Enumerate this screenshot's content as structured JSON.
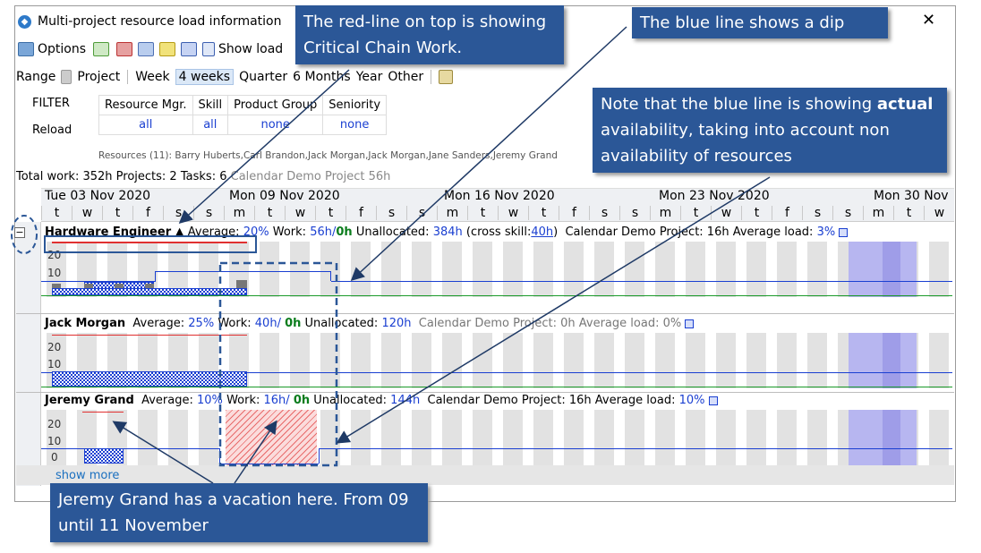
{
  "window": {
    "title": "Multi-project resource load information",
    "close_glyph": "✕"
  },
  "toolbar": {
    "options_label": "Options",
    "show_load_label": "Show load"
  },
  "range": {
    "label": "Range",
    "project": "Project",
    "week": "Week",
    "four_weeks": "4 weeks",
    "quarter": "Quarter",
    "six_months": "6 Months",
    "year": "Year",
    "other": "Other",
    "selected": "4 weeks"
  },
  "filter": {
    "label": "FILTER",
    "reload": "Reload",
    "columns": [
      {
        "header": "Resource Mgr.",
        "value": "all"
      },
      {
        "header": "Skill",
        "value": "all"
      },
      {
        "header": "Product Group",
        "value": "none"
      },
      {
        "header": "Seniority",
        "value": "none"
      }
    ],
    "resources_text": "Resources (11): Barry Huberts,Carl Brandon,Jack Morgan,Jack Morgan,Jane Sanders,Jeremy Grand"
  },
  "totals": {
    "total_work": "Total work: 352h",
    "projects": "Projects: 2",
    "tasks": "Tasks: 6",
    "calendar": "Calendar Demo Project 56h"
  },
  "calendar": {
    "weeks": [
      "Tue 03 Nov 2020",
      "Mon 09 Nov 2020",
      "Mon 16 Nov 2020",
      "Mon 23 Nov 2020",
      "Mon 30 Nov"
    ],
    "days": [
      "t",
      "w",
      "t",
      "f",
      "s",
      "s",
      "m",
      "t",
      "w",
      "t",
      "f",
      "s",
      "s",
      "m",
      "t",
      "w",
      "t",
      "f",
      "s",
      "s",
      "m",
      "t",
      "w",
      "t",
      "f",
      "s",
      "s",
      "m",
      "t",
      "w"
    ]
  },
  "rows": [
    {
      "name": "Hardware Engineer ▲",
      "average_label": "Average:",
      "average": "20%",
      "work_label": "Work:",
      "work": "56h/",
      "work_zero": "0h",
      "unalloc_label": "Unallocated:",
      "unalloc": "384h",
      "extra": "(cross skill:",
      "extra_val": "40h",
      "extra_close": ")",
      "cal_label": "Calendar Demo Project",
      "cal_val": ": 16h",
      "avgload_label": "Average load:",
      "avgload": "3%",
      "y_labels": [
        "20",
        "10"
      ]
    },
    {
      "name": "Jack Morgan",
      "average_label": "Average:",
      "average": "25%",
      "work_label": "Work:",
      "work": "40h/",
      "work_zero": "0h",
      "unalloc_label": "Unallocated:",
      "unalloc": "120h",
      "cal_label": "Calendar Demo Project",
      "cal_val": ": 0h",
      "avgload_label": "Average load:",
      "avgload": "0%",
      "y_labels": [
        "20",
        "10"
      ]
    },
    {
      "name": "Jeremy Grand",
      "average_label": "Average:",
      "average": "10%",
      "work_label": "Work:",
      "work": "16h/",
      "work_zero": "0h",
      "unalloc_label": "Unallocated:",
      "unalloc": "144h",
      "cal_label": "Calendar Demo Project",
      "cal_val": ": 16h",
      "avgload_label": "Average load:",
      "avgload": "10%",
      "y_labels": [
        "20",
        "10",
        "0"
      ]
    }
  ],
  "show_more": "show more",
  "callouts": {
    "red_line": "The red-line on top is showing Critical Chain Work.",
    "blue_dip": "The blue line shows a dip",
    "actual_pre": "Note that the blue line is showing",
    "actual_bold": "actual",
    "actual_post": "availability, taking into account non availability of resources",
    "vacation": "Jeremy Grand has a vacation here. From 09 until 11 November"
  },
  "colors": {
    "callout_bg": "#2b5797",
    "value_blue": "#1a3fd1",
    "zero_green": "#0a7c1c",
    "critical_red": "#e03030",
    "availability_blue": "#1a3fd1",
    "vacation_red": "#e86b6b"
  }
}
